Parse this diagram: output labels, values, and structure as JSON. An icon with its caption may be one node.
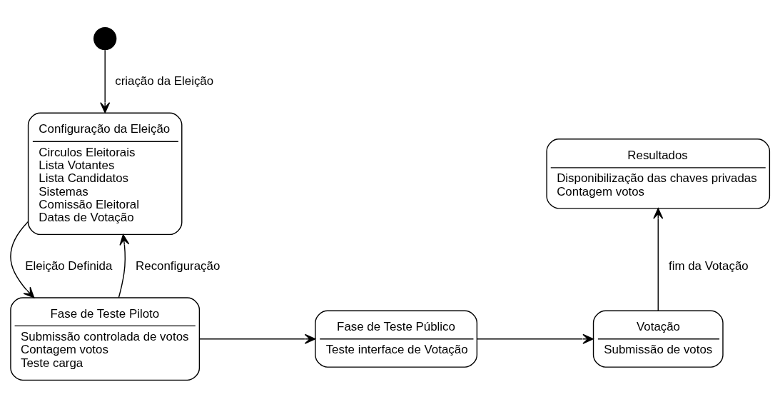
{
  "diagram": {
    "nodes": [
      {
        "text": [],
        "shape": "circle"
      },
      {
        "text": [
          "Configuração da Eleição",
          "Circulos Eleitorais",
          "Lista Votantes",
          "Lista Candidatos",
          "Sistemas",
          "Comissão Eleitoral",
          "Datas de Votação"
        ]
      },
      {
        "text": [
          "Resultados",
          "Disponibilização das chaves privadas",
          "Contagem votos"
        ]
      },
      {
        "text": [
          "Fase de Teste Piloto",
          "Submissão controlada de votos",
          "Contagem votos",
          "Teste carga"
        ]
      },
      {
        "text": [
          "Fase de Teste Público",
          "Teste interface de Votação"
        ]
      },
      {
        "text": [
          "Votação",
          "Submissão de votos"
        ]
      }
    ],
    "edges": [
      {
        "from": 0,
        "to": 1,
        "arrow": "to",
        "label": "criação da Eleição"
      },
      {
        "from": 1,
        "to": 3,
        "arrow": "to",
        "label": "Eleição Definida"
      },
      {
        "from": 3,
        "to": 1,
        "arrow": "to",
        "label": "Reconfiguração"
      },
      {
        "from": 3,
        "to": 4,
        "arrow": "to"
      },
      {
        "from": 4,
        "to": 5,
        "arrow": "to"
      },
      {
        "from": 5,
        "to": 2,
        "arrow": "to",
        "label": "fim da Votação"
      }
    ]
  }
}
